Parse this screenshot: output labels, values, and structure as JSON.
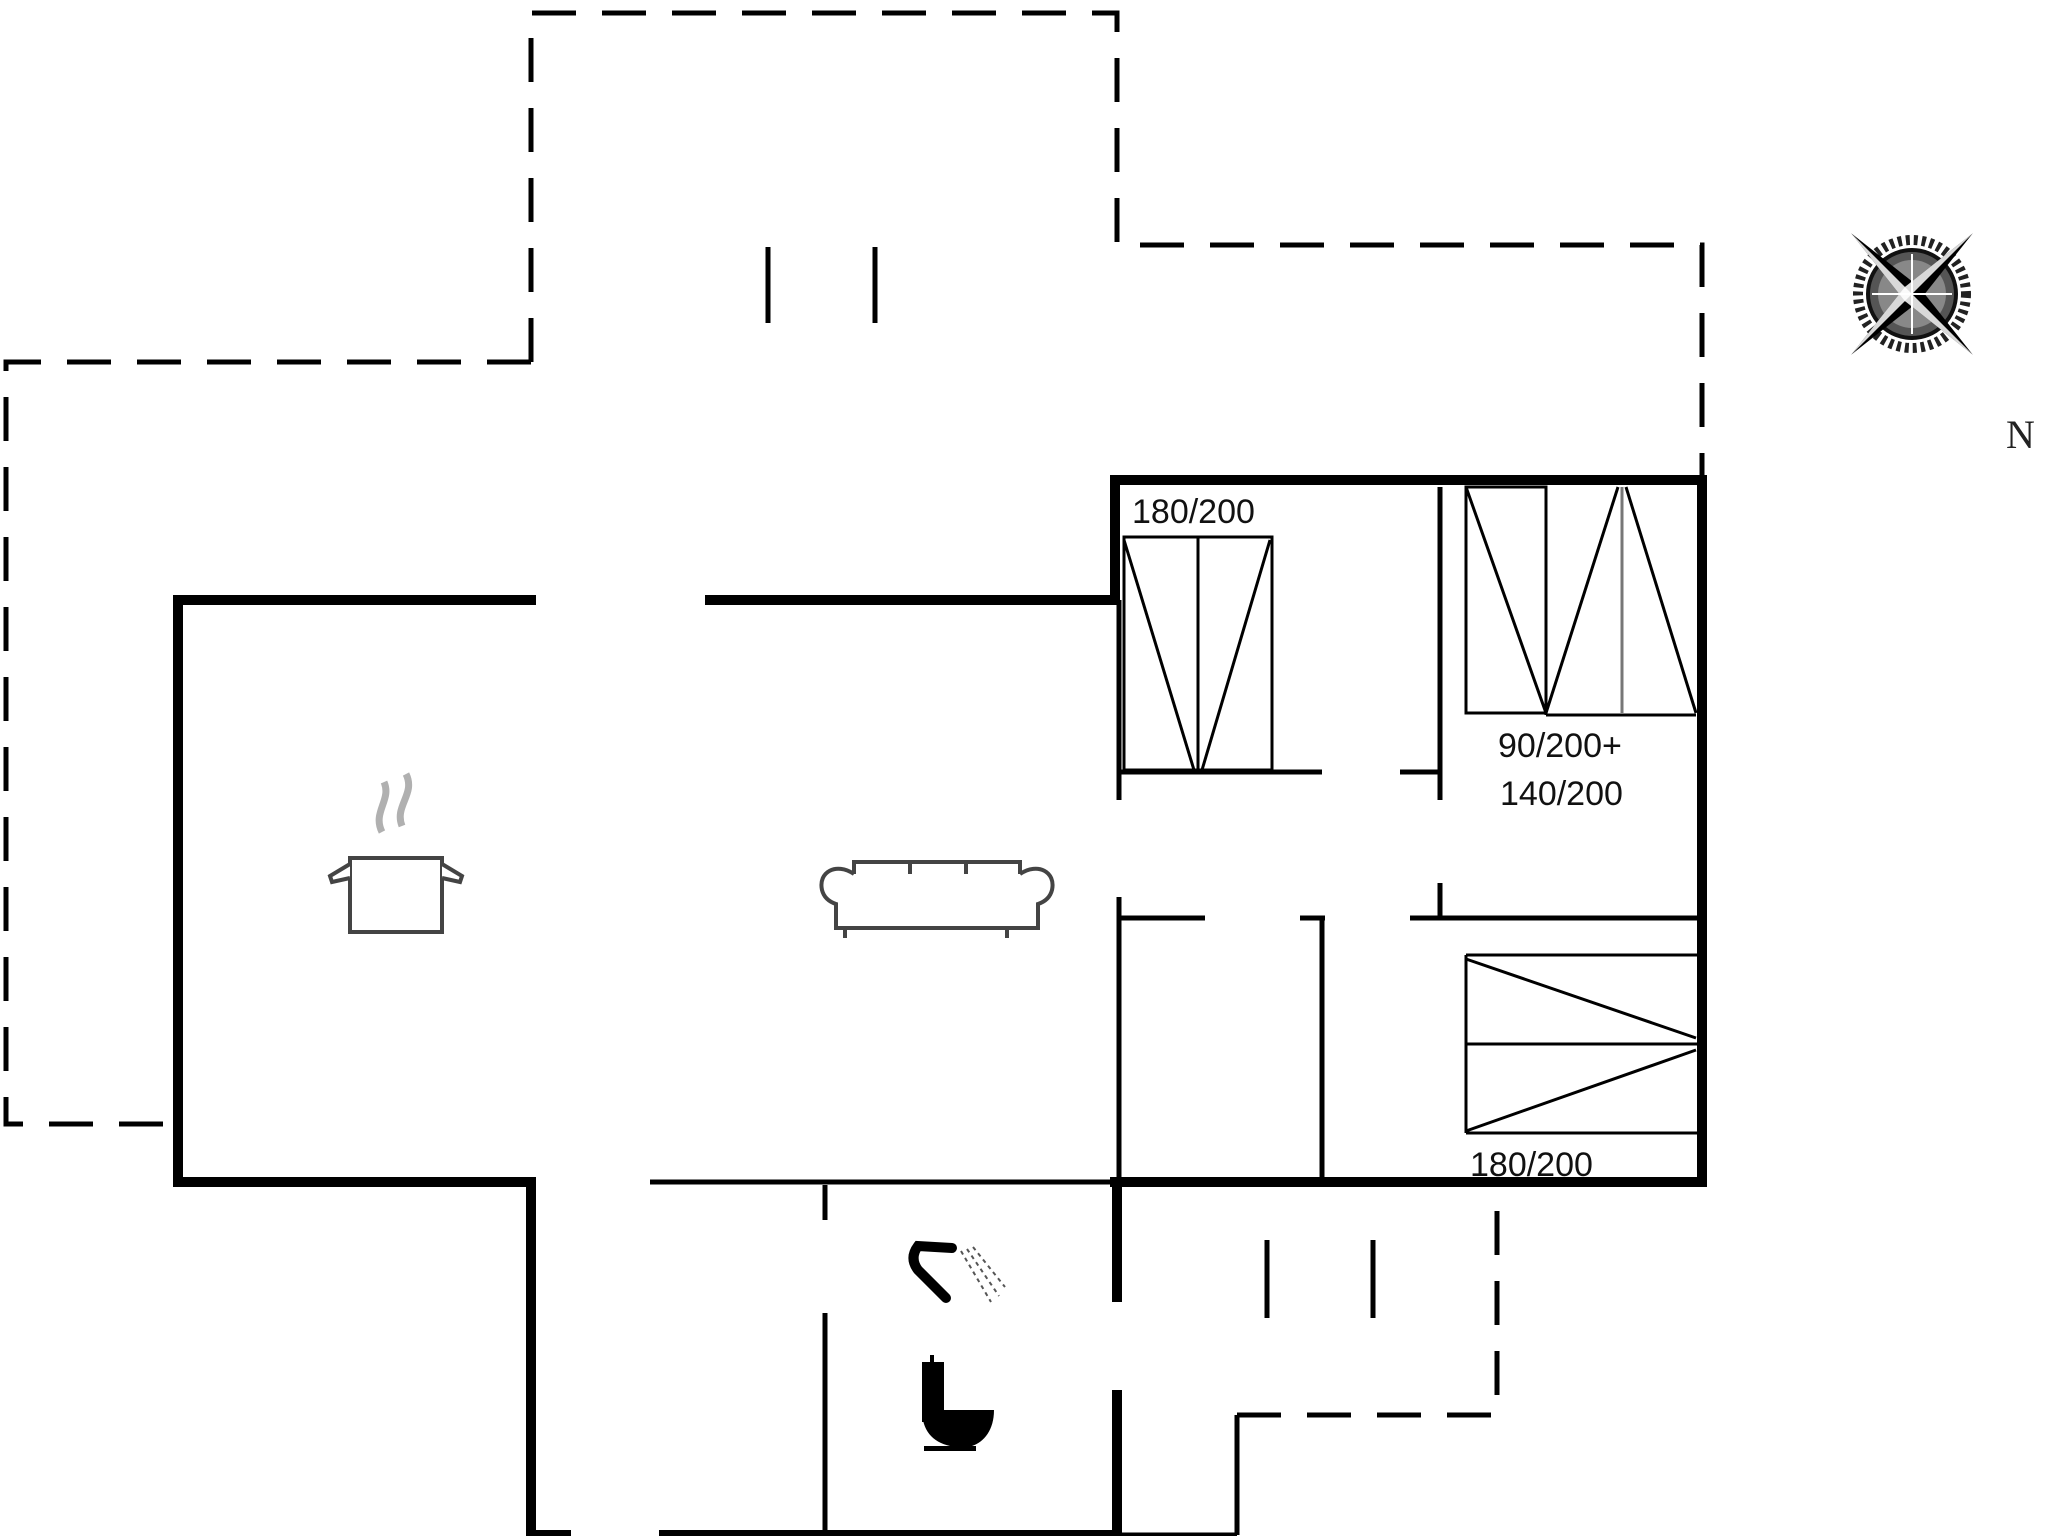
{
  "plan": {
    "title": "",
    "compass": {
      "icon": "compass-rose-icon",
      "north_label": "N"
    },
    "rooms": [
      {
        "name": "kitchen",
        "icon": "cooking-pot-icon"
      },
      {
        "name": "living-room",
        "icon": "sofa-icon"
      },
      {
        "name": "bathroom",
        "icons": [
          "shower-icon",
          "toilet-icon"
        ]
      },
      {
        "name": "bedroom-1",
        "bed_label": "180/200"
      },
      {
        "name": "bedroom-2",
        "bed_label_line1": "90/200+",
        "bed_label_line2": "140/200"
      },
      {
        "name": "bedroom-3",
        "bed_label": "180/200"
      }
    ],
    "labels": {
      "bed1": "180/200",
      "bed2_line1": "90/200+",
      "bed2_line2": "140/200",
      "bed3": "180/200"
    },
    "colors": {
      "wall": "#000000",
      "furniture": "#444444",
      "steam": "#b0b0b0",
      "background": "#ffffff"
    }
  }
}
